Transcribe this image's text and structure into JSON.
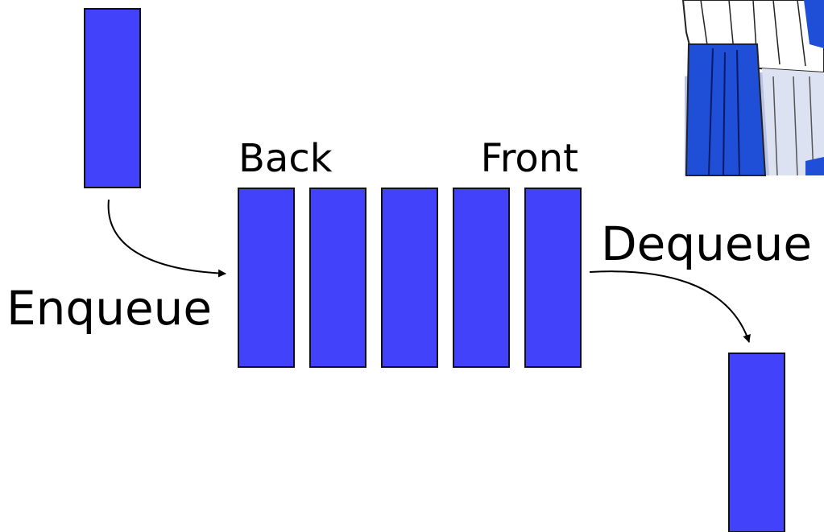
{
  "labels": {
    "back": "Back",
    "front": "Front",
    "enqueue": "Enqueue",
    "dequeue": "Dequeue"
  },
  "queue": {
    "element_count": 5
  },
  "colors": {
    "element_fill": "#4242fa",
    "element_stroke": "#111111",
    "illustration_blue": "#1f4fd6",
    "illustration_shadow": "#b9c3e3"
  },
  "illustration": {
    "icon": "person-in-line-illustration"
  }
}
